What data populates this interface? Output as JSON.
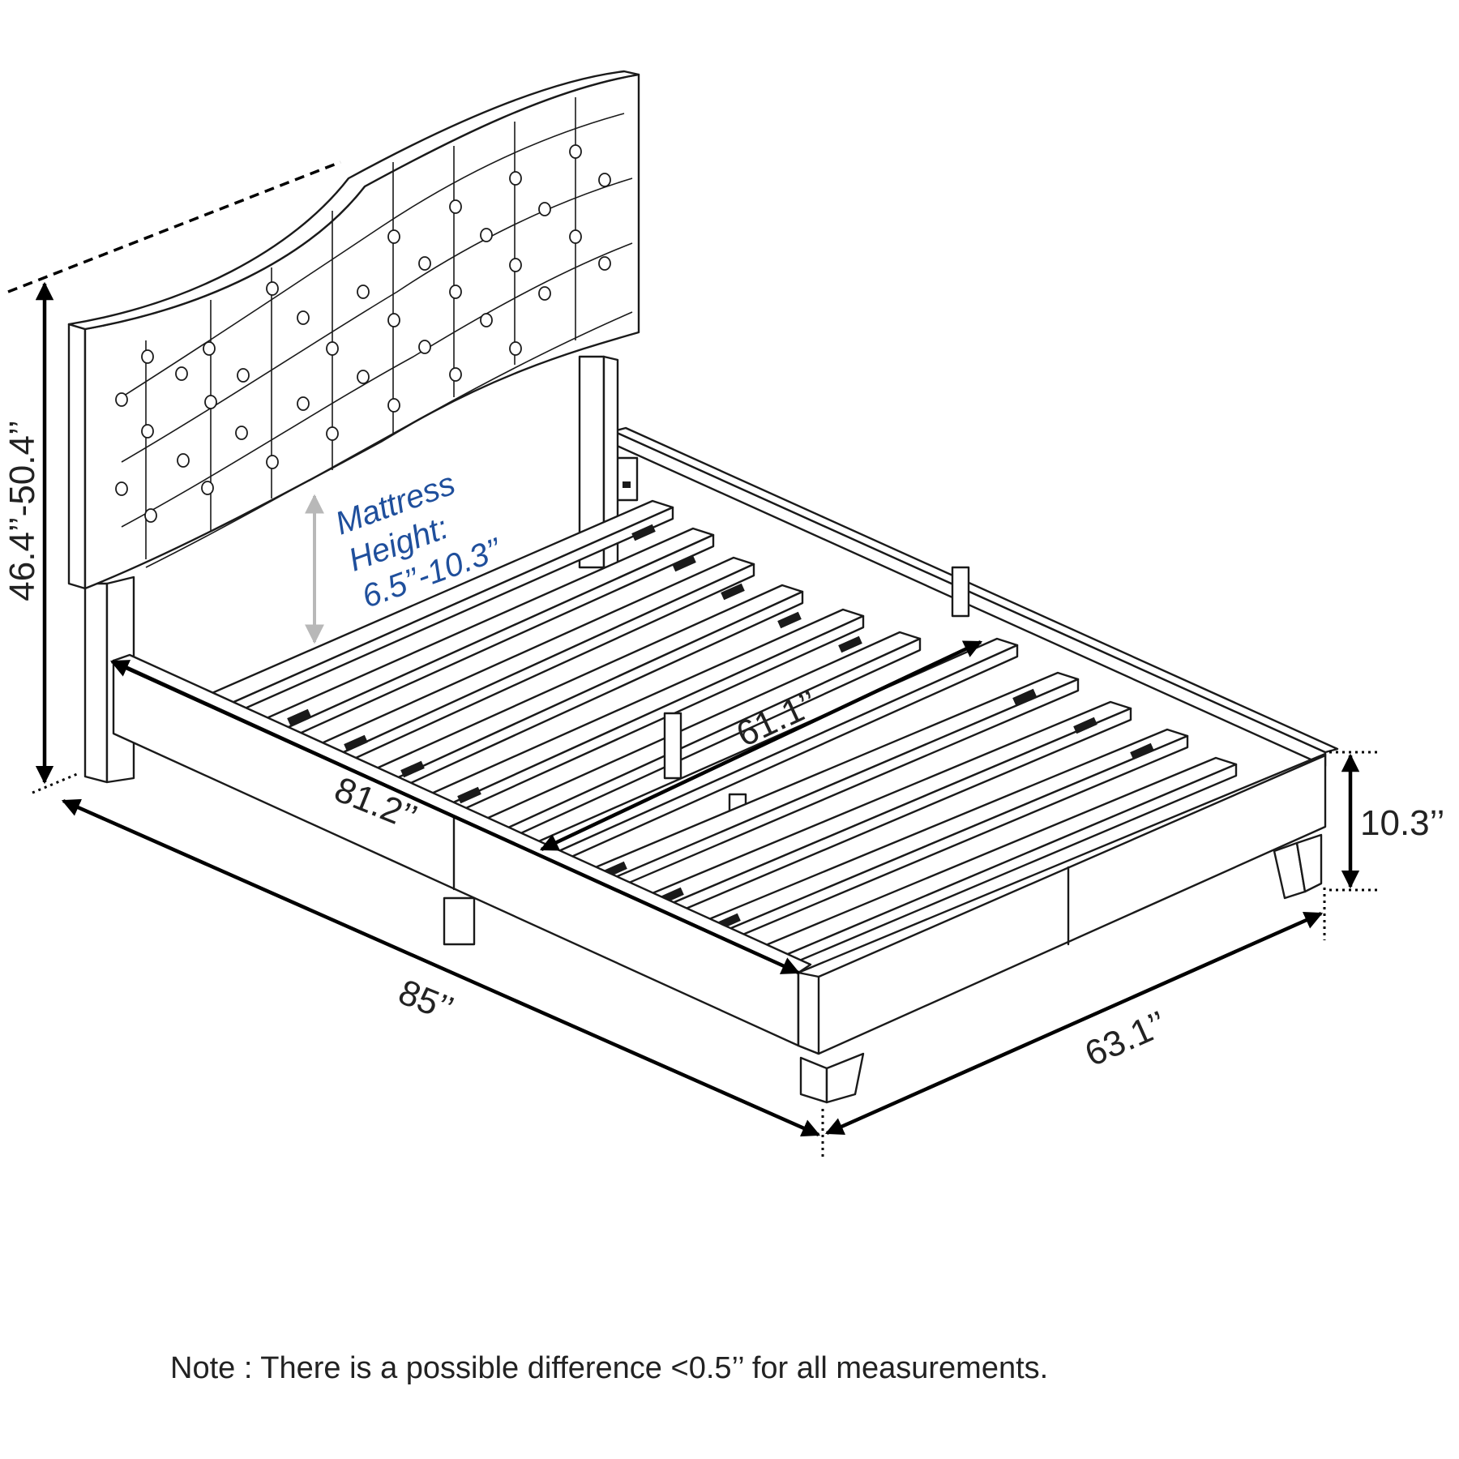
{
  "dimensions": {
    "headboard_height": "46.4’’-50.4’’",
    "inner_length": "81.2’’",
    "inner_width": "61.1’’",
    "overall_length": "85’’",
    "overall_width": "63.1’’",
    "frame_height": "10.3’’"
  },
  "mattress_label": {
    "line1": "Mattress",
    "line2": "Height:",
    "line3": "6.5’’-10.3’’"
  },
  "note": "Note : There is a possible difference <0.5’’ for all measurements.",
  "colors": {
    "outline": "#1a1a1a",
    "mattress_text": "#1f4f9c",
    "mattress_arrow": "#b8b8b8"
  }
}
